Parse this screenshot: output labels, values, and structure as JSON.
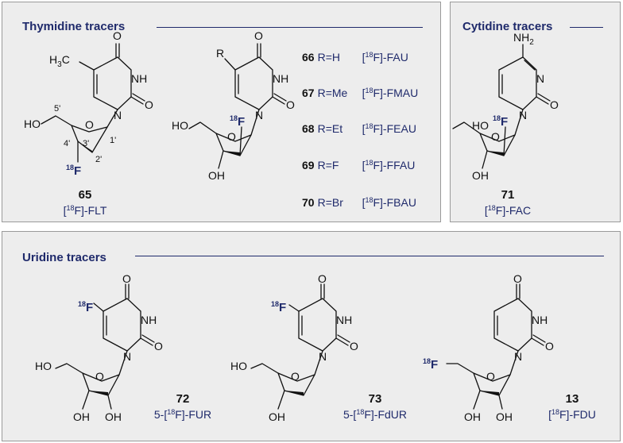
{
  "panels": {
    "thymidine": {
      "title": "Thymidine tracers"
    },
    "cytidine": {
      "title": "Cytidine tracers"
    },
    "uridine": {
      "title": "Uridine tracers"
    }
  },
  "compounds": {
    "c65": {
      "number": "65",
      "name_pre": "[",
      "name_sup": "18",
      "name_post": "F]-FLT"
    },
    "c71": {
      "number": "71",
      "name_pre": "[",
      "name_sup": "18",
      "name_post": "F]-FAC"
    },
    "c72": {
      "number": "72",
      "name_pre": "5-[",
      "name_sup": "18",
      "name_post": "F]-FUR"
    },
    "c73": {
      "number": "73",
      "name_pre": "5-[",
      "name_sup": "18",
      "name_post": "F]-FdUR"
    },
    "c13": {
      "number": "13",
      "name_pre": "[",
      "name_sup": "18",
      "name_post": "F]-FDU"
    }
  },
  "variants": [
    {
      "number": "66",
      "rgroup": "R=H",
      "name_pre": "[",
      "name_sup": "18",
      "name_post": "F]-FAU"
    },
    {
      "number": "67",
      "rgroup": "R=Me",
      "name_pre": "[",
      "name_sup": "18",
      "name_post": "F]-FMAU"
    },
    {
      "number": "68",
      "rgroup": "R=Et",
      "name_pre": "[",
      "name_sup": "18",
      "name_post": "F]-FEAU"
    },
    {
      "number": "69",
      "rgroup": "R=F",
      "name_pre": "[",
      "name_sup": "18",
      "name_post": "F]-FFAU"
    },
    {
      "number": "70",
      "rgroup": "R=Br",
      "name_pre": "[",
      "name_sup": "18",
      "name_post": "F]-FBAU"
    }
  ],
  "atom_labels": {
    "O": "O",
    "NH": "NH",
    "N": "N",
    "HO": "HO",
    "OH": "OH",
    "F": "F",
    "R": "R",
    "H3C_H": "H",
    "H3C_3": "3",
    "H3C_C": "C",
    "NH2_NH": "NH",
    "NH2_2": "2",
    "iso": "18",
    "pos_5p": "5'",
    "pos_4p": "4'",
    "pos_3p": "3'",
    "pos_2p": "2'",
    "pos_1p": "1'"
  },
  "colors": {
    "accent": "#1f2a6b",
    "panel_bg": "#ededed",
    "panel_border": "#9a9a9a"
  }
}
